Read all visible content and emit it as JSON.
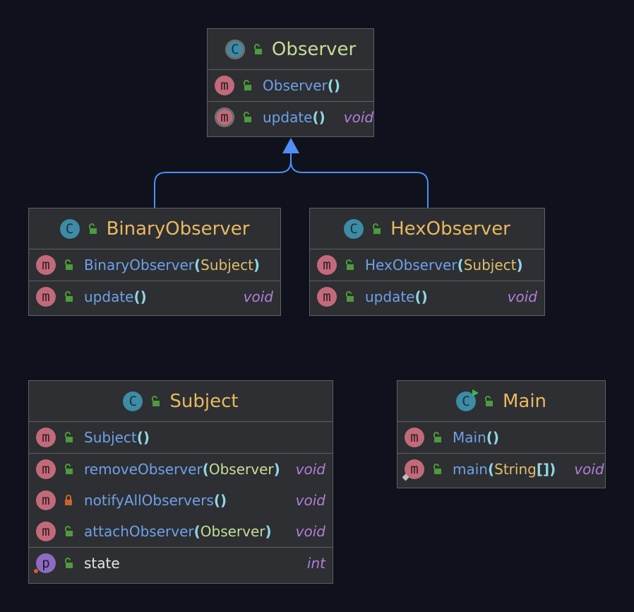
{
  "colors": {
    "background": "#0f121d",
    "box": "#2d2f32",
    "border": "#5d6064",
    "arrow": "#4e8ef7",
    "method": "#6fa0ea",
    "param": "#e3bd6d",
    "return_type": "#b27ed8"
  },
  "diagram": {
    "observer": {
      "name": "Observer",
      "stereotype_icon": "abstract-class-icon",
      "members": [
        {
          "kind": "method",
          "name": "Observer",
          "open": "(",
          "params": "",
          "close": ")",
          "ret": ""
        },
        {
          "kind": "abstract-method",
          "name": "update",
          "open": "(",
          "params": "",
          "close": ")",
          "ret": "void"
        }
      ]
    },
    "binary_observer": {
      "name": "BinaryObserver",
      "members": [
        {
          "kind": "method",
          "name": "BinaryObserver",
          "open": "(",
          "params": "Subject",
          "close": ")",
          "ret": ""
        },
        {
          "kind": "method",
          "name": "update",
          "open": "(",
          "params": "",
          "close": ")",
          "ret": "void"
        }
      ]
    },
    "hex_observer": {
      "name": "HexObserver",
      "members": [
        {
          "kind": "method",
          "name": "HexObserver",
          "open": "(",
          "params": "Subject",
          "close": ")",
          "ret": ""
        },
        {
          "kind": "method",
          "name": "update",
          "open": "(",
          "params": "",
          "close": ")",
          "ret": "void"
        }
      ]
    },
    "subject": {
      "name": "Subject",
      "members": [
        {
          "kind": "method",
          "name": "Subject",
          "open": "(",
          "params": "",
          "close": ")",
          "ret": ""
        },
        {
          "kind": "method",
          "name": "removeObserver",
          "open": "(",
          "params": "Observer",
          "close": ")",
          "ret": "void"
        },
        {
          "kind": "method",
          "name": "notifyAllObservers",
          "open": "(",
          "params": "",
          "close": ")",
          "ret": "void",
          "private": true
        },
        {
          "kind": "method",
          "name": "attachObserver",
          "open": "(",
          "params": "Observer",
          "close": ")",
          "ret": "void"
        },
        {
          "kind": "field",
          "name": "state",
          "ret": "int"
        }
      ]
    },
    "main": {
      "name": "Main",
      "members": [
        {
          "kind": "method",
          "name": "Main",
          "open": "(",
          "params": "",
          "close": ")",
          "ret": ""
        },
        {
          "kind": "static-method",
          "name": "main",
          "open": "(",
          "params": "String",
          "brackets": "[]",
          "close": ")",
          "ret": "void"
        }
      ]
    },
    "icon_letters": {
      "class": "C",
      "method": "m",
      "property": "p"
    }
  }
}
